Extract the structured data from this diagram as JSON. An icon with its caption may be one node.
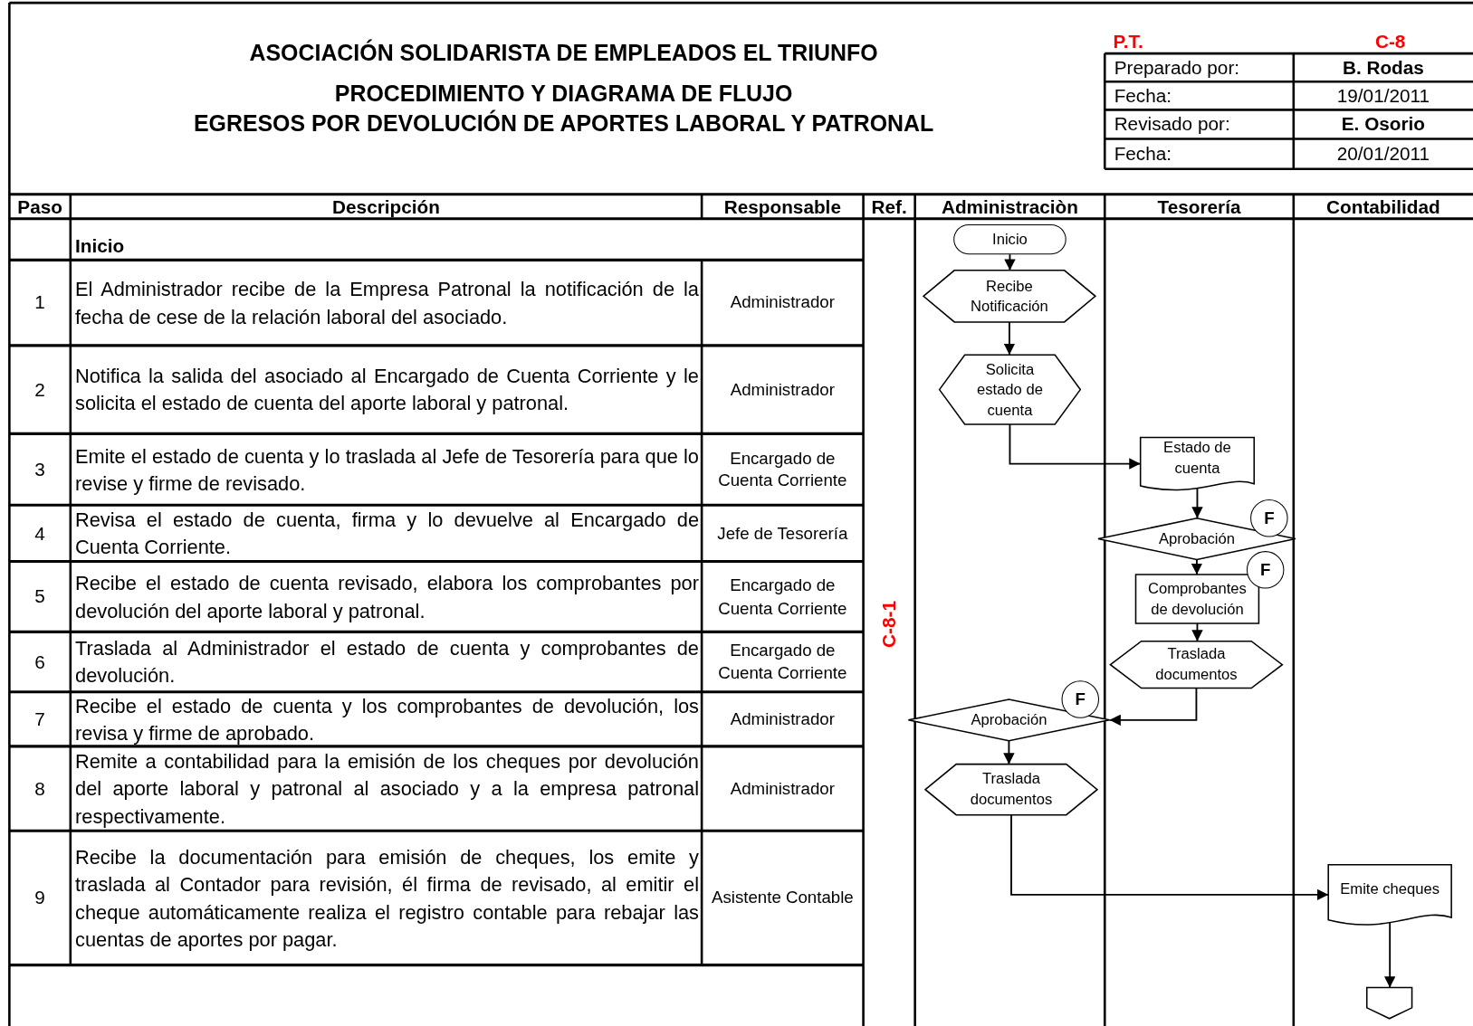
{
  "diagram": {
    "title": "ASOCIACIÓN SOLIDARISTA DE EMPLEADOS EL TRIUNFO",
    "nodes": [
      {
        "text": [
          "Inicio"
        ]
      },
      {
        "text": [
          "Recibe Notificación"
        ]
      },
      {
        "text": [
          "Solicita estado de cuenta"
        ]
      },
      {
        "text": [
          "Estado de cuenta"
        ]
      },
      {
        "text": [
          "Aprobación"
        ],
        "beside": [
          "F"
        ]
      },
      {
        "text": [
          "Comprobantes de devolución"
        ],
        "beside": [
          "F"
        ]
      },
      {
        "text": [
          "Traslada documentos"
        ]
      },
      {
        "text": [
          "Aprobación"
        ],
        "beside": [
          "F"
        ]
      },
      {
        "text": [
          "Traslada documentos"
        ]
      },
      {
        "text": [
          "Emite cheques"
        ]
      },
      {
        "text": [],
        "shape": "pentagon"
      }
    ],
    "edges": [
      {
        "from": 0,
        "to": 1,
        "arrow": "to"
      },
      {
        "from": 1,
        "to": 2,
        "arrow": "to"
      },
      {
        "from": 2,
        "to": 3,
        "arrow": "to"
      },
      {
        "from": 3,
        "to": 4,
        "arrow": "to"
      },
      {
        "from": 4,
        "to": 5,
        "arrow": "to"
      },
      {
        "from": 5,
        "to": 6,
        "arrow": "to"
      },
      {
        "from": 6,
        "to": 7,
        "arrow": "to"
      },
      {
        "from": 7,
        "to": 8,
        "arrow": "to"
      },
      {
        "from": 8,
        "to": 9,
        "arrow": "to"
      },
      {
        "from": 9,
        "to": 10,
        "arrow": "to"
      }
    ],
    "labels": [
      "PROCEDIMIENTO Y DIAGRAMA DE FLUJO",
      "EGRESOS POR DEVOLUCIÓN DE APORTES LABORAL Y PATRONAL",
      "P.T.",
      "C-8",
      "Preparado por:",
      "B. Rodas",
      "Fecha:",
      "19/01/2011",
      "Revisado por:",
      "E. Osorio",
      "Fecha:",
      "20/01/2011",
      "Paso",
      "Descripción",
      "Responsable",
      "Ref.",
      "Administraciòn",
      "Tesorería",
      "Contabilidad",
      "Inicio",
      "1",
      "El Administrador recibe de la Empresa Patronal la notificación de la fecha de cese de la relación laboral del asociado.",
      "Administrador",
      "2",
      "Notifica la salida del asociado al Encargado de Cuenta Corriente y le solicita el estado de cuenta del aporte laboral y patronal.",
      "Administrador",
      "3",
      "Emite el estado de cuenta y lo traslada al Jefe de Tesorería para que lo revise y firme de revisado.",
      "Encargado de Cuenta Corriente",
      "4",
      "Revisa el estado de cuenta, firma y lo devuelve al Encargado de Cuenta Corriente.",
      "Jefe de Tesorería",
      "5",
      "Recibe el estado de cuenta revisado, elabora los comprobantes por devolución del aporte laboral y patronal.",
      "Encargado de Cuenta Corriente",
      "6",
      "Traslada al Administrador el estado de cuenta y comprobantes de devolución.",
      "Encargado de Cuenta Corriente",
      "7",
      "Recibe el estado de cuenta y los comprobantes de devolución, los revisa y firme de aprobado.",
      "Administrador",
      "8",
      "Remite a contabilidad para la emisión de los cheques por devolución del aporte laboral y patronal al asociado y a la empresa patronal respectivamente.",
      "Administrador",
      "9",
      "Recibe la documentación para emisión de cheques, los emite y traslada al Contador para revisión, él firma de revisado, al emitir el cheque automáticamente realiza el registro contable para rebajar las cuentas de aportes por pagar.",
      "Asistente Contable",
      "C-8-1"
    ]
  }
}
